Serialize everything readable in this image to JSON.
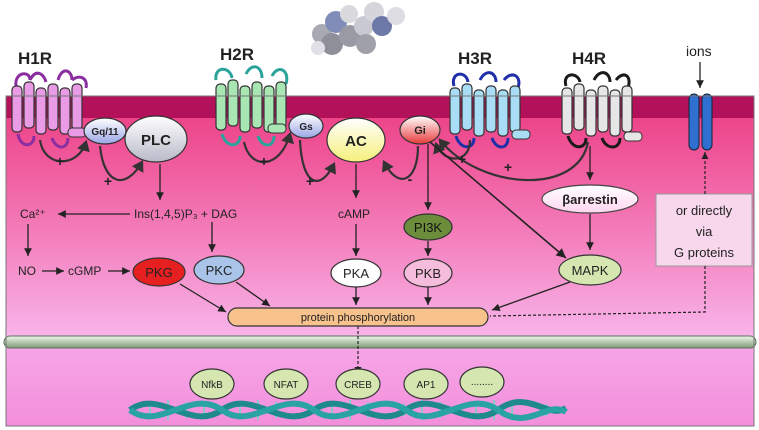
{
  "receptors": {
    "h1": "H1R",
    "h2": "H2R",
    "h3": "H3R",
    "h4": "H4R",
    "ions": "ions"
  },
  "nodes": {
    "gq11": "Gq/11",
    "plc": "PLC",
    "gs": "Gs",
    "ac": "AC",
    "gi": "Gi",
    "barrestin": "βarrestin",
    "ca": "Ca²⁺",
    "ip3": "Ins(1,4,5)P₃ + DAG",
    "camp": "cAMP",
    "pi3k": "PI3K",
    "no": "NO",
    "cgmp": "cGMP",
    "pkg": "PKG",
    "pkc": "PKC",
    "pka": "PKA",
    "pkb": "PKB",
    "mapk": "MAPK",
    "protein_phos": "protein phosphorylation"
  },
  "side_note": [
    "or directly",
    "via",
    "G proteins"
  ],
  "signs": {
    "plus": "+",
    "minus": "-"
  },
  "transcription_factors": [
    "NfkB",
    "NFAT",
    "CREB",
    "AP1",
    "........"
  ],
  "colors": {
    "cytoplasm_top": "#ef4f8c",
    "cytoplasm_bottom": "#f7a9e6",
    "membrane": "#b3115a",
    "nucleus": "#f79ae4",
    "h1_helix": "#e99be6",
    "h2_helix": "#a8e6b4",
    "h3_helix": "#a9dcf5",
    "h4_helix": "#e6e6e6",
    "pkg": "#e62020",
    "pkc": "#a9c4e8",
    "pi3k": "#6c8d3c",
    "mapk": "#d5e6b1",
    "channel": "#2f6fd0",
    "dna": "#1e8a8c"
  }
}
